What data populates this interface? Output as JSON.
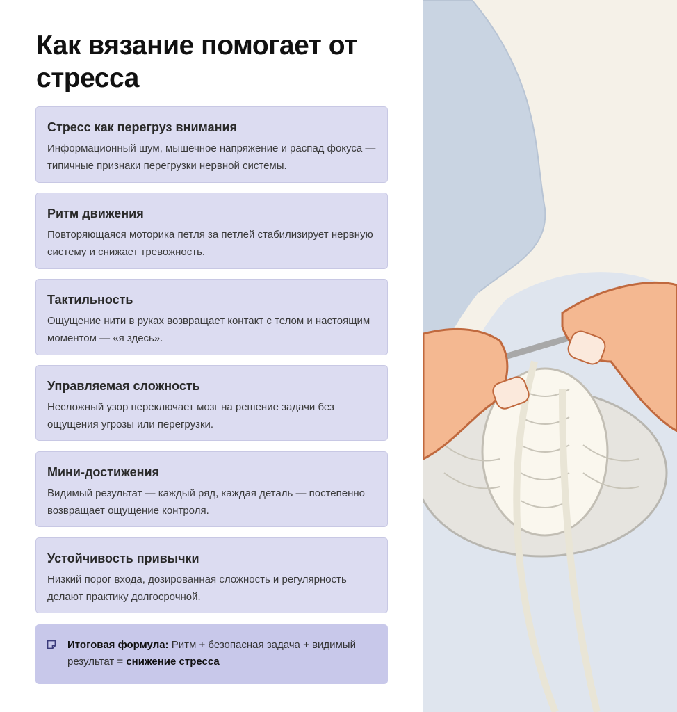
{
  "title": "Как вязание помогает от стресса",
  "cards": [
    {
      "title": "Стресс как перегруз внимания",
      "text": "Информационный шум, мышечное напряжение и распад фокуса — типичные признаки перегрузки нервной системы."
    },
    {
      "title": "Ритм движения",
      "text": "Повторяющаяся моторика петля за петлей стабилизирует нервную систему и снижает тревожность."
    },
    {
      "title": "Тактильность",
      "text": "Ощущение нити в руках возвращает контакт с телом и настоящим моментом — «я здесь»."
    },
    {
      "title": "Управляемая сложность",
      "text": "Несложный узор переключает мозг на решение задачи без ощущения угрозы или перегрузки."
    },
    {
      "title": "Мини-достижения",
      "text": "Видимый результат — каждый ряд, каждая деталь — постепенно возвращает ощущение контроля."
    },
    {
      "title": "Устойчивость привычки",
      "text": "Низкий порог входа, дозированная сложность и регулярность делают практику долгосрочной."
    }
  ],
  "summary": {
    "icon": "note-icon",
    "label": "Итоговая формула:",
    "text": " Ритм + безопасная задача + видимый результат = ",
    "result": "снижение стресса"
  },
  "colors": {
    "card_bg": "#dcdcf1",
    "summary_bg": "#c8c8ea",
    "illustration_bg": "#dfe4ec"
  }
}
